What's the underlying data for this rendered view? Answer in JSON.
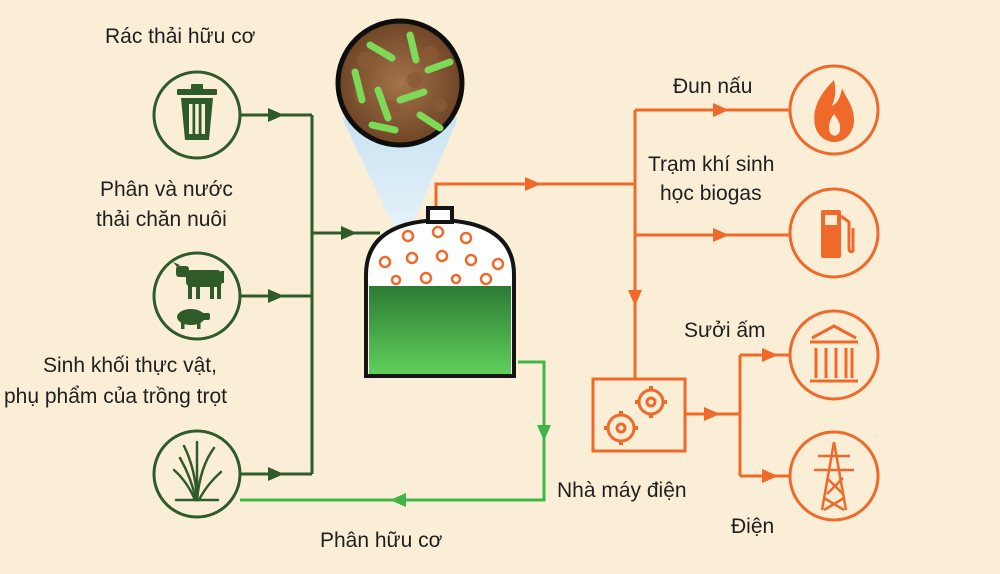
{
  "inputs": {
    "organic_waste": "Rác thải hữu cơ",
    "manure_line1": "Phân và nước",
    "manure_line2": "thải chăn nuôi",
    "biomass_line1": "Sinh khối thực vật,",
    "biomass_line2": "phụ phẩm của trồng trọt"
  },
  "outputs": {
    "cooking": "Đun nấu",
    "station_line1": "Trạm khí sinh",
    "station_line2": "học biogas",
    "heating": "Sưởi ấm",
    "power_plant": "Nhà máy điện",
    "electricity": "Điện"
  },
  "return_flow": "Phân hữu cơ",
  "colors": {
    "background": "#fbeed7",
    "green_dark": "#2f5a2a",
    "green_light": "#3fb54a",
    "orange": "#ef6a2a",
    "icon_fill": "#2f5a2a"
  },
  "icons": [
    "trash-bin-icon",
    "cow-icon",
    "pig-icon",
    "plant-icon",
    "bacteria-magnifier-icon",
    "digester-tank-icon",
    "flame-icon",
    "fuel-pump-icon",
    "radiator-icon",
    "power-tower-icon",
    "gears-icon"
  ]
}
